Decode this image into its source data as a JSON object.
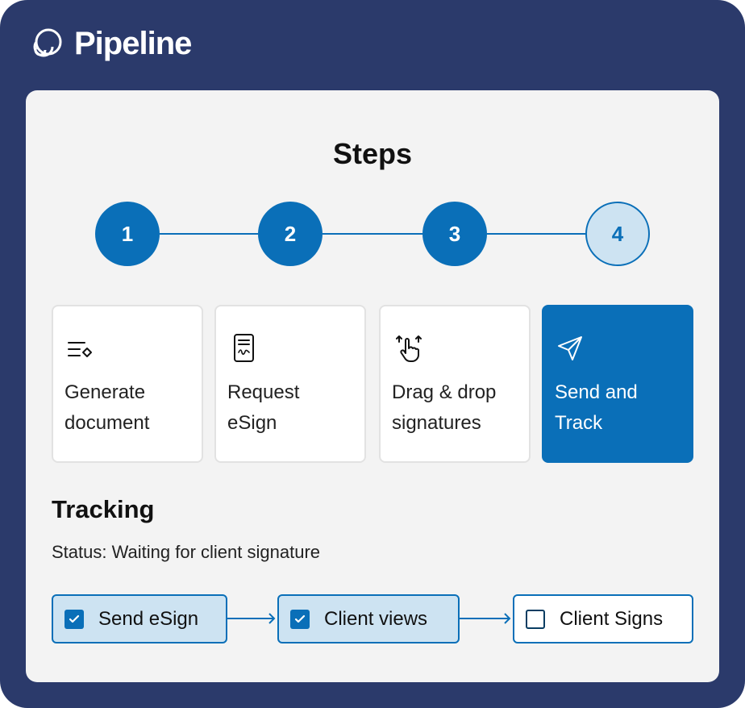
{
  "app": {
    "name": "Pipeline",
    "logo_icon": "pipeline-logo-icon"
  },
  "steps_section": {
    "title": "Steps",
    "steps": [
      {
        "number": "1",
        "status": "complete"
      },
      {
        "number": "2",
        "status": "complete"
      },
      {
        "number": "3",
        "status": "complete"
      },
      {
        "number": "4",
        "status": "current"
      }
    ],
    "cards": [
      {
        "label": "Generate\ndocument",
        "icon": "generate-document-icon",
        "active": false
      },
      {
        "label": "Request\neSign",
        "icon": "document-signature-icon",
        "active": false
      },
      {
        "label": "Drag & drop\nsignatures",
        "icon": "drag-hand-icon",
        "active": false
      },
      {
        "label": "Send and\nTrack",
        "icon": "send-paper-plane-icon",
        "active": true
      }
    ]
  },
  "tracking": {
    "title": "Tracking",
    "status": "Status: Waiting for client signature",
    "items": [
      {
        "label": "Send eSign",
        "checked": true
      },
      {
        "label": "Client views",
        "checked": true
      },
      {
        "label": "Client Signs",
        "checked": false
      }
    ]
  },
  "colors": {
    "frame": "#2b3a6b",
    "accent": "#0a6fb8",
    "accent_light": "#cde3f2",
    "card_bg": "#f3f3f3"
  }
}
